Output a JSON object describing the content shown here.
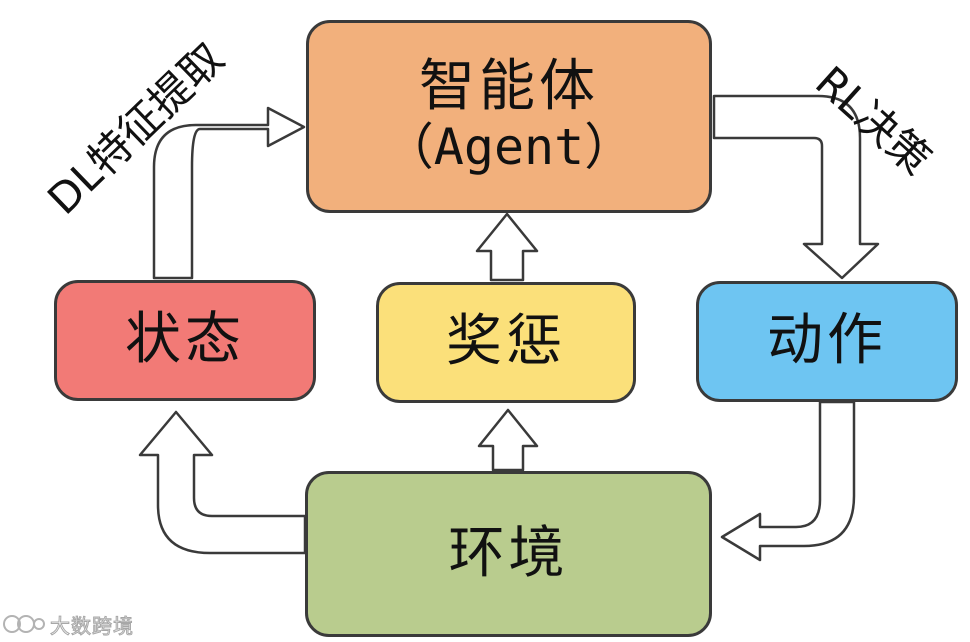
{
  "nodes": {
    "agent": {
      "label": "智能体",
      "sublabel": "（Agent）",
      "color": "#f2b07c"
    },
    "state": {
      "label": "状态",
      "color": "#f27a76"
    },
    "reward": {
      "label": "奖惩",
      "color": "#fbe07a"
    },
    "action": {
      "label": "动作",
      "color": "#6ec5f2"
    },
    "environment": {
      "label": "环境",
      "color": "#b9cc8e"
    }
  },
  "edge_labels": {
    "state_to_agent": "DL特征提取",
    "agent_to_action": "RL决策"
  },
  "watermark": {
    "text": "大数跨境"
  },
  "colors": {
    "outline": "#3a3a3a",
    "arrow_fill": "#ffffff"
  }
}
